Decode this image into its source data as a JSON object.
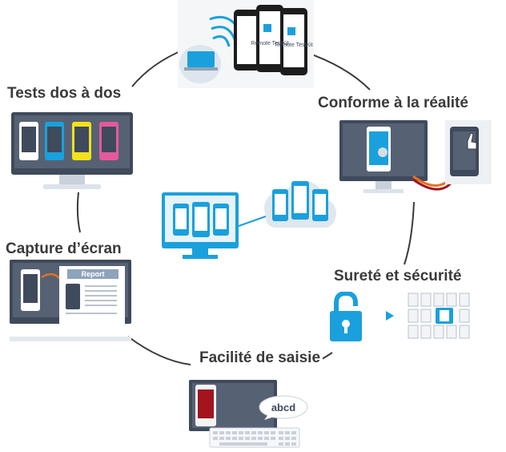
{
  "diagram": {
    "labels": {
      "top_left": "Tests dos à dos",
      "top_right": "Conforme à la réalité",
      "mid_left": "Capture d’écran",
      "mid_right": "Sureté et sécurité",
      "bottom": "Facilité de saisie"
    },
    "illustrations": {
      "top": {
        "device_text_a": "Remote TestKit",
        "device_text_b": "Remote TestKit"
      },
      "mid_left": {
        "report_label": "Report"
      },
      "bottom": {
        "bubble_text": "abcd"
      }
    },
    "colors": {
      "accent_blue": "#1aa0dc",
      "dark_slate": "#3f4a5c",
      "ring": "#3a3a3a",
      "orange": "#e8711f",
      "red": "#a3141e"
    }
  }
}
